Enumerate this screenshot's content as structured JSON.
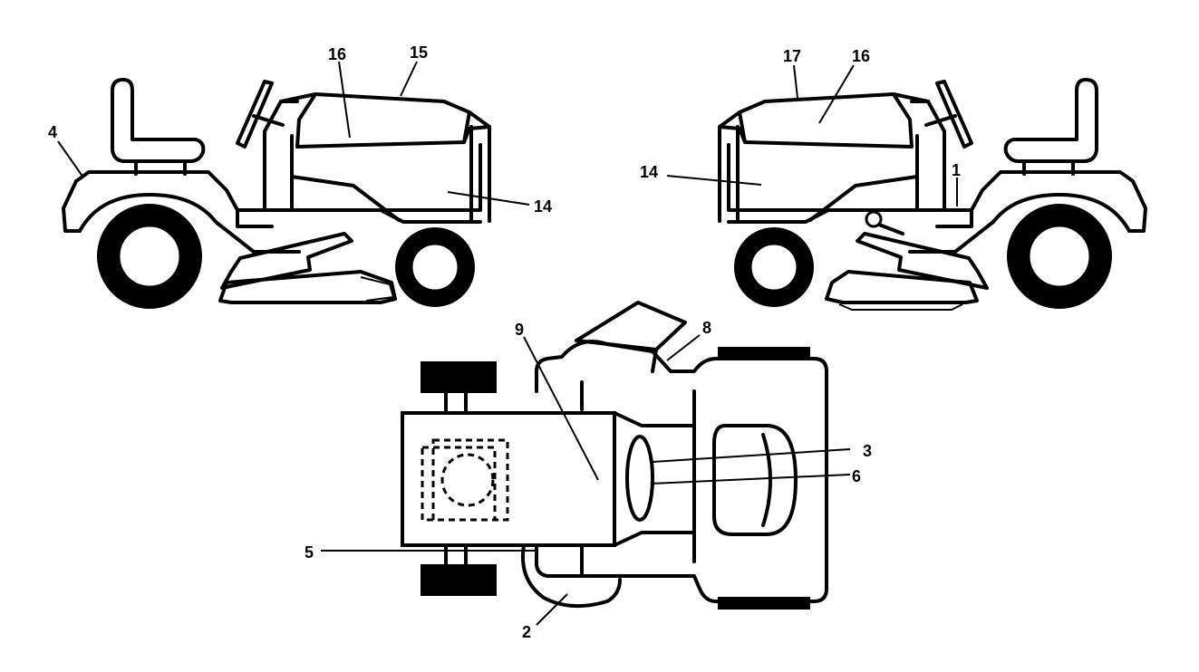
{
  "callouts": {
    "left_view": {
      "c16": "16",
      "c15": "15",
      "c4": "4",
      "c14": "14"
    },
    "right_view": {
      "c17": "17",
      "c16": "16",
      "c14": "14",
      "c1": "1"
    },
    "top_view": {
      "c9": "9",
      "c8": "8",
      "c3": "3",
      "c6": "6",
      "c5": "5",
      "c2": "2"
    }
  },
  "colors": {
    "line": "#000000",
    "background": "#ffffff"
  }
}
